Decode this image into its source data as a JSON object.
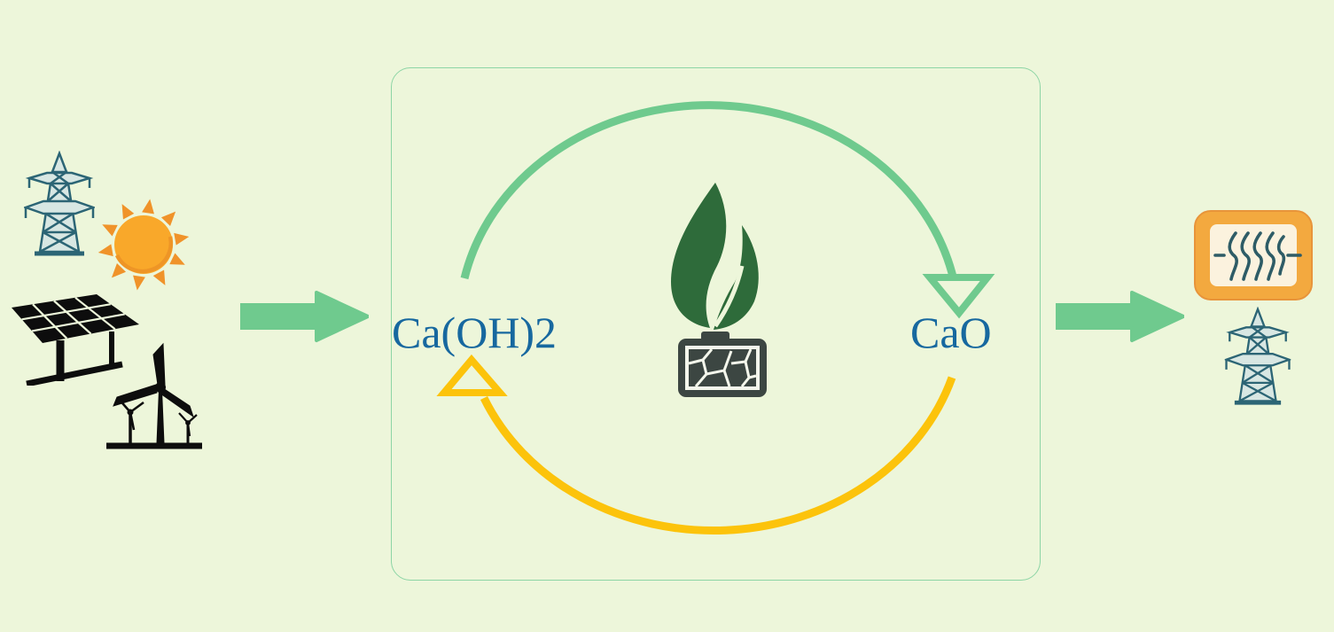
{
  "diagram": {
    "type": "thermochemical-energy-storage-cycle",
    "cycle_box": {
      "left_species": "Ca(OH)2",
      "right_species": "CaO",
      "center_icons": [
        "green-flame-icon",
        "battery-icon"
      ],
      "charge_arc": {
        "direction": "left-to-right-over-top",
        "color": "#6fca8e"
      },
      "discharge_arc": {
        "direction": "right-to-left-under-bottom",
        "color": "#fcc30b"
      },
      "border_color": "#8dd5a5",
      "label_color": "#17689f"
    },
    "input_sources": {
      "icons": [
        "transmission-tower-icon",
        "sun-icon",
        "solar-panel-icon",
        "wind-turbines-icon"
      ]
    },
    "outputs": {
      "icons": [
        "heater-icon",
        "transmission-tower-icon"
      ]
    },
    "flow_arrows": {
      "count": 2,
      "color": "#6fca8e",
      "direction": "right"
    }
  },
  "colors": {
    "background": "#edf6da",
    "arc_green": "#6fca8e",
    "arc_yellow": "#fcc30b",
    "species_blue": "#17689f",
    "flame_green": "#2e6b3a",
    "battery_gray": "#3c4642",
    "sun_orange": "#f9a82a",
    "sun_ray_orange": "#f0932a",
    "heater_orange": "#f3a93f",
    "heater_panel": "#fbf2de",
    "heater_line_teal": "#2e5c66",
    "pylon_teal": "#2c6575",
    "pylon_fill": "#d8e7e3",
    "silhouette_black": "#0d0d0d"
  }
}
